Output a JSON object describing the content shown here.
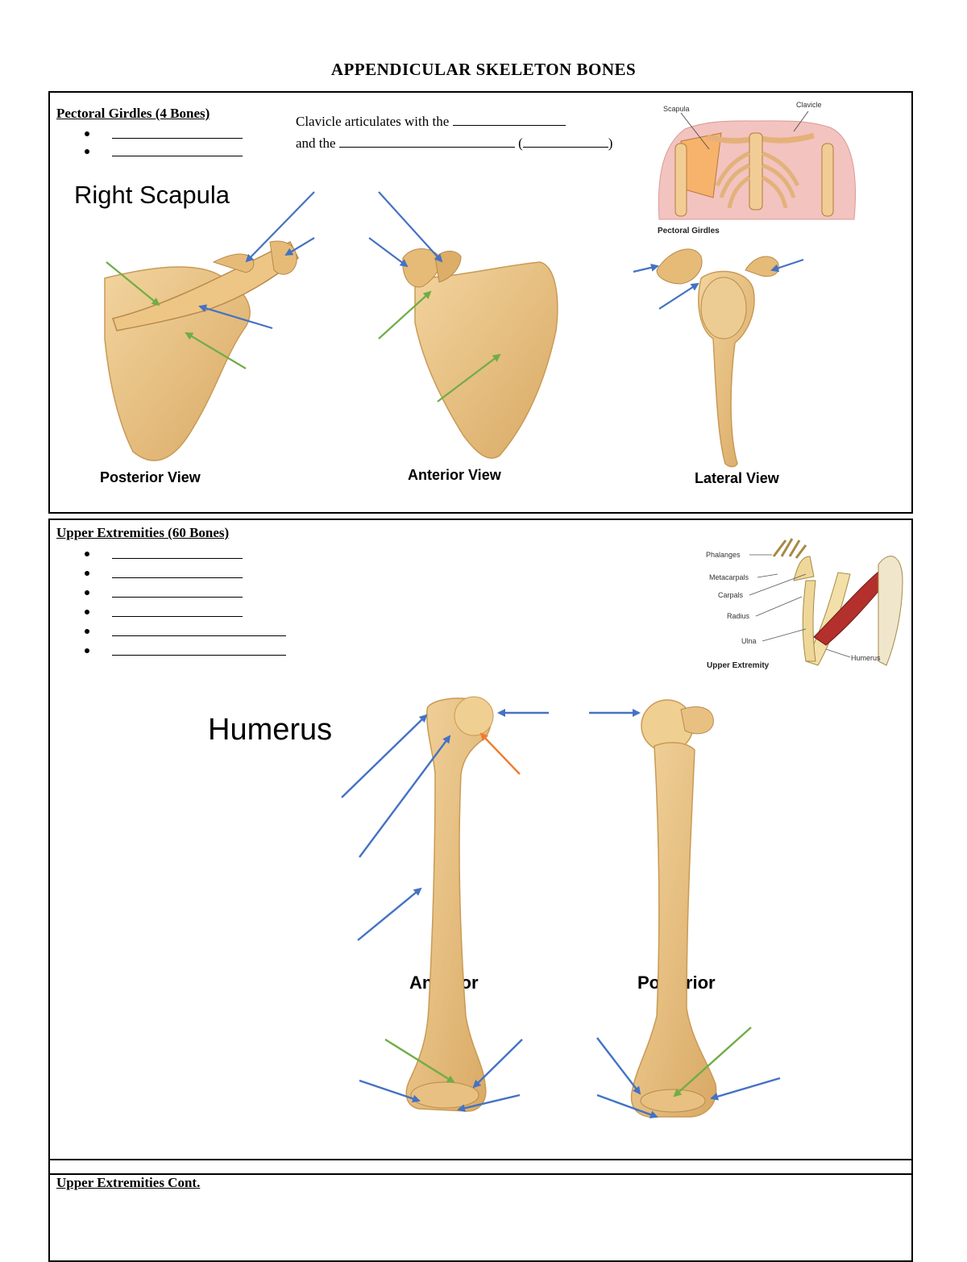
{
  "title": "APPENDICULAR SKELETON BONES",
  "pectoral": {
    "heading": "Pectoral Girdles (4 Bones)",
    "blank_count": 2,
    "clavicle_line1": "Clavicle articulates with the",
    "clavicle_line2_a": "and the",
    "clavicle_paren_open": "(",
    "clavicle_paren_close": ")",
    "scapula_title": "Right Scapula",
    "views": [
      "Posterior View",
      "Anterior View",
      "Lateral View"
    ],
    "inset_labels": {
      "scapula": "Scapula",
      "clavicle": "Clavicle",
      "caption": "Pectoral Girdles"
    }
  },
  "upper": {
    "heading": "Upper Extremities (60 Bones)",
    "blank_count": 6,
    "humerus_title": "Humerus",
    "views": [
      "Anterior",
      "Posterior"
    ],
    "inset_labels": {
      "phalanges": "Phalanges",
      "metacarpals": "Metacarpals",
      "carpals": "Carpals",
      "radius": "Radius",
      "ulna": "Ulna",
      "humerus": "Humerus",
      "caption": "Upper Extremity"
    }
  },
  "upper_cont": {
    "heading": "Upper Extremities Cont."
  },
  "colors": {
    "arrow_blue": "#4472c4",
    "arrow_green": "#70ad47",
    "arrow_orange": "#ed7d31",
    "bone": "#e8c58a",
    "bone_dark": "#c99a55"
  }
}
